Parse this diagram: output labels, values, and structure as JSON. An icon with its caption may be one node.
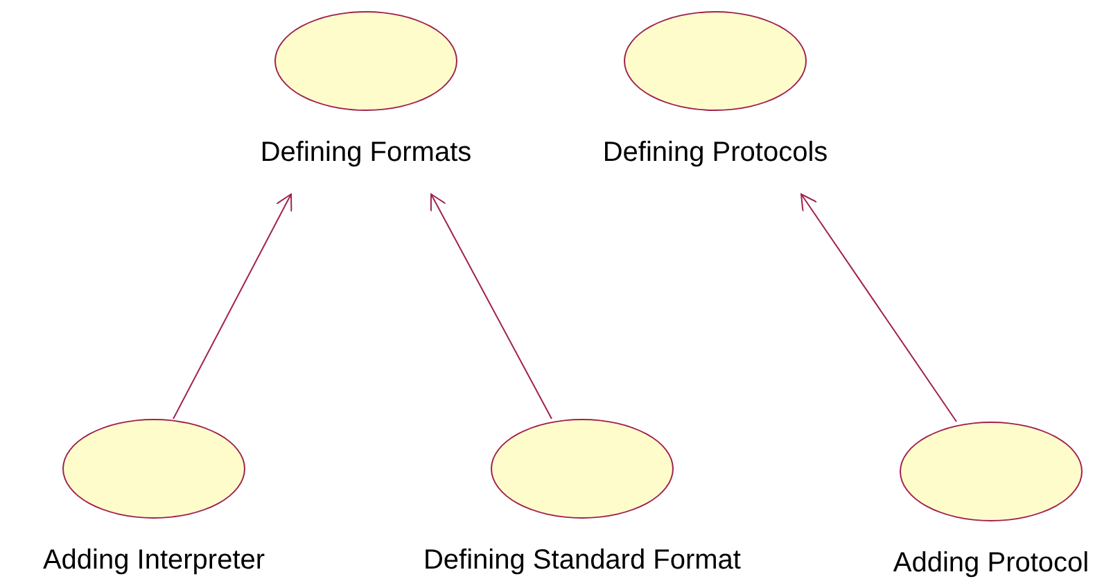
{
  "diagram": {
    "nodes": [
      {
        "text": [
          "Defining Formats"
        ]
      },
      {
        "text": [
          "Defining Protocols"
        ]
      },
      {
        "text": [
          "Adding Interpreter"
        ]
      },
      {
        "text": [
          "Defining Standard Format"
        ]
      },
      {
        "text": [
          "Adding Protocol"
        ]
      }
    ],
    "edges": [
      {
        "from": 2,
        "to": 0,
        "arrow": "to"
      },
      {
        "from": 3,
        "to": 0,
        "arrow": "to"
      },
      {
        "from": 4,
        "to": 1,
        "arrow": "to"
      }
    ]
  }
}
